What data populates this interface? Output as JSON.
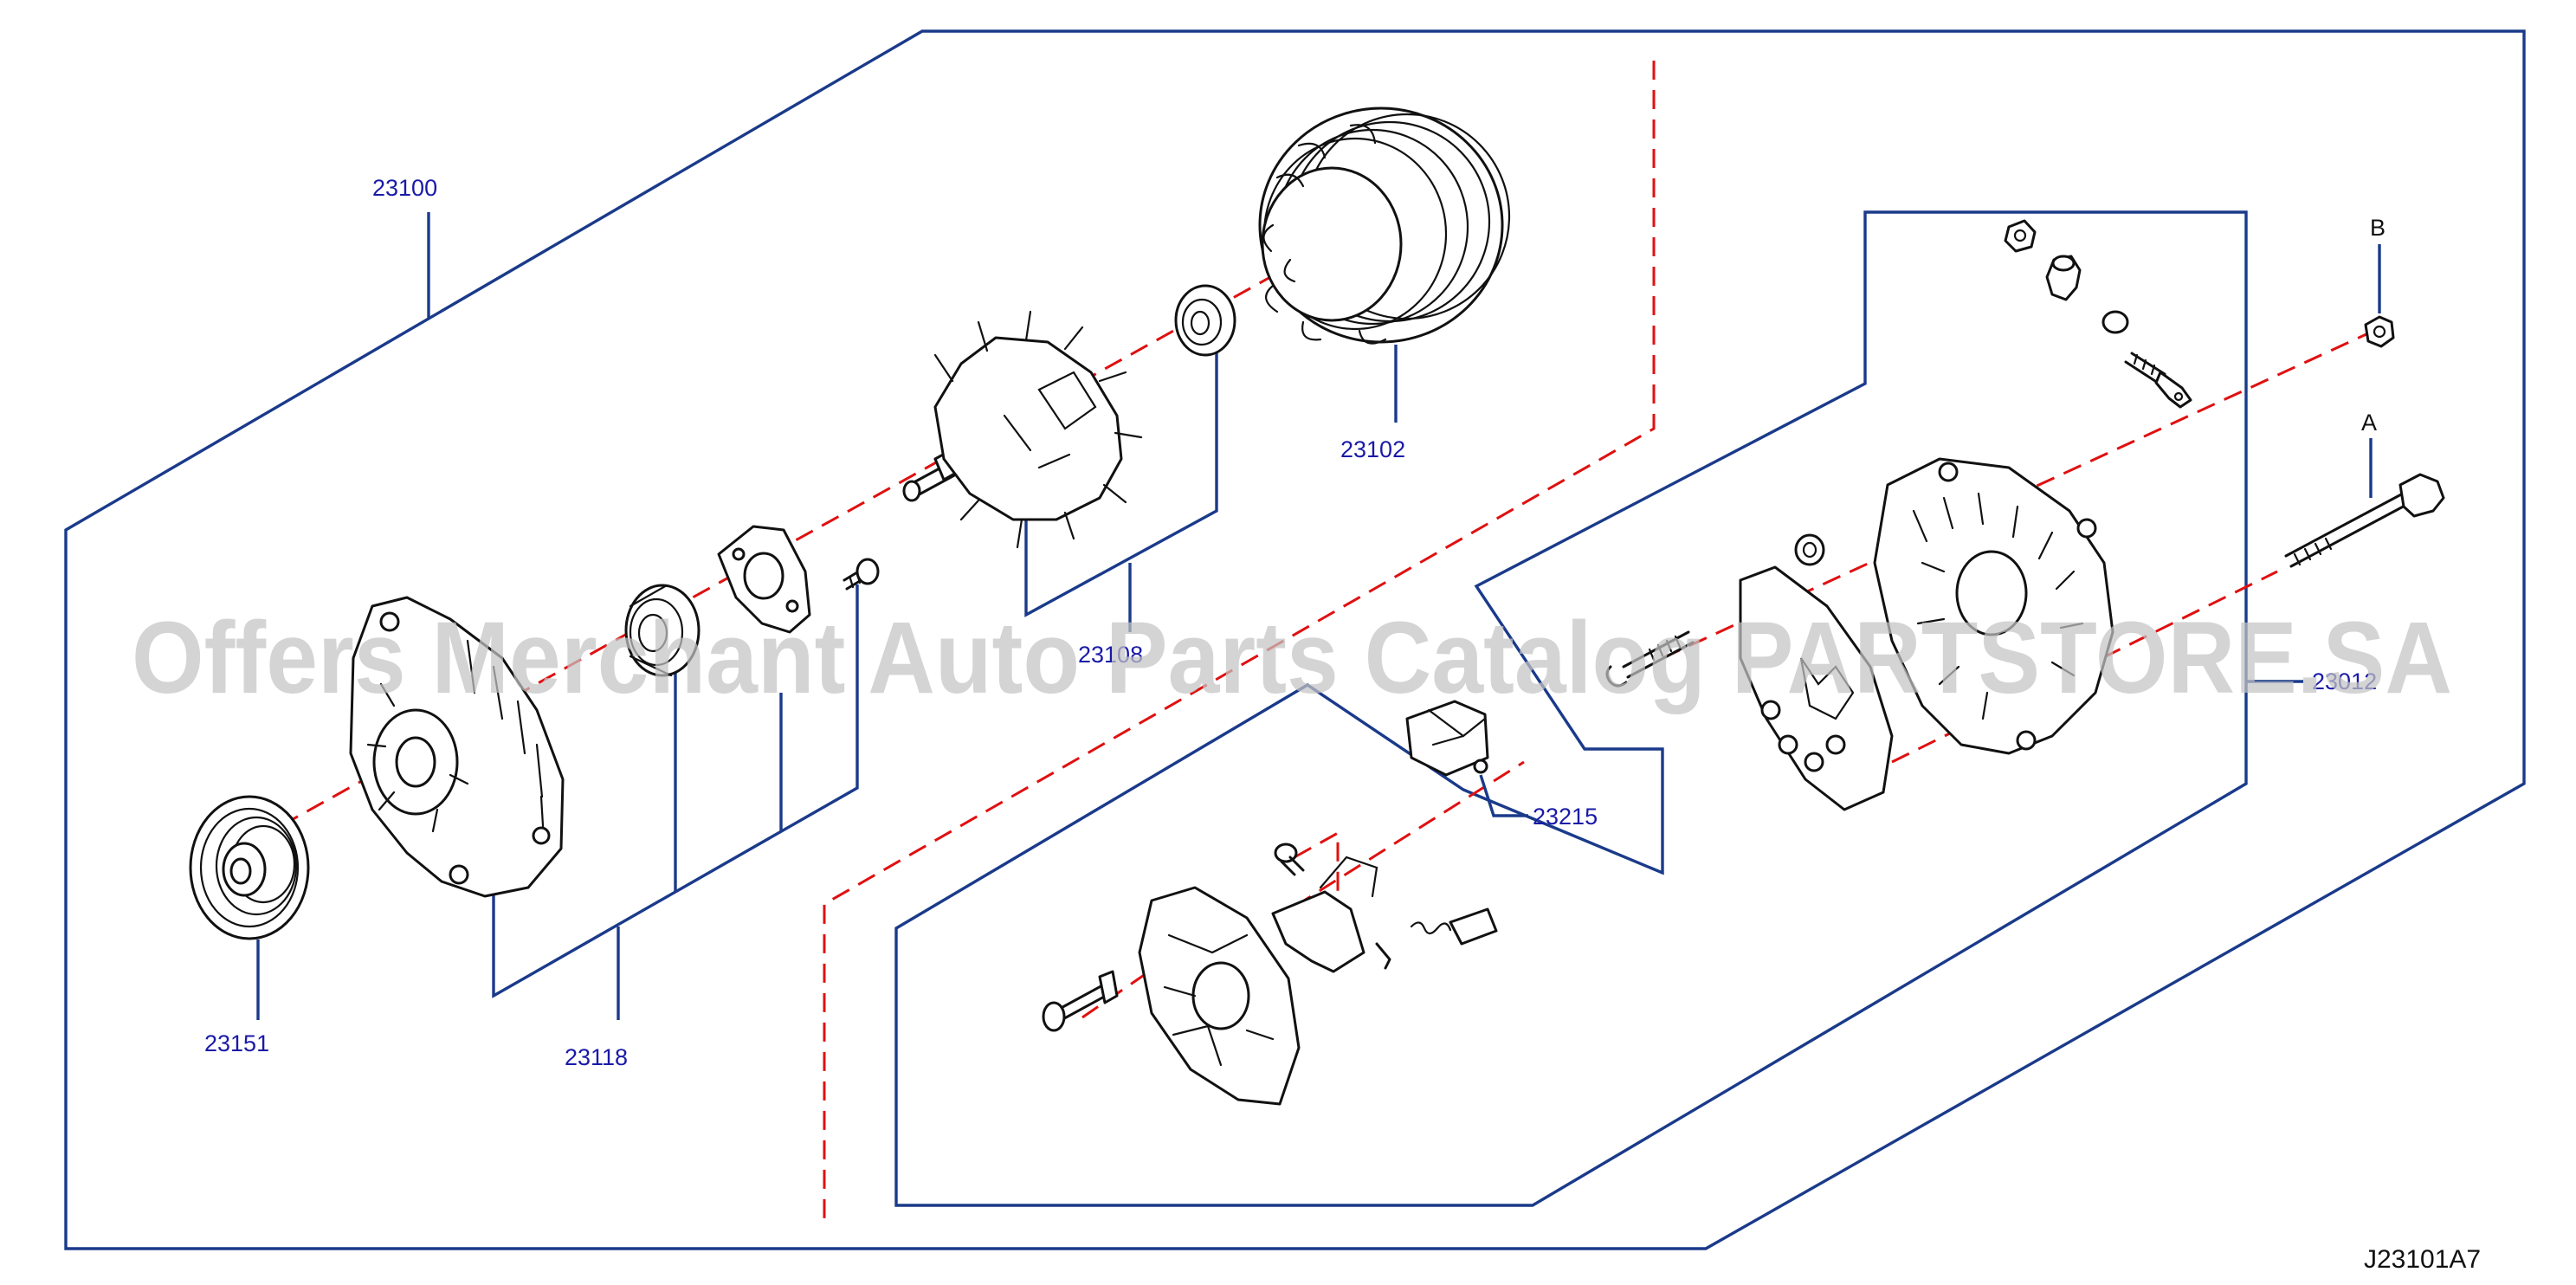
{
  "diagram": {
    "part_labels": {
      "p23100": "23100",
      "p23102": "23102",
      "p23108": "23108",
      "p23151": "23151",
      "p23118": "23118",
      "p23215": "23215",
      "p23012": "23012"
    },
    "ref_letters": {
      "a": "A",
      "b": "B"
    },
    "figure_code": "J23101A7",
    "watermark": "Offers Merchant Auto Parts Catalog PARTSTORE.SA"
  },
  "colors": {
    "frame_lines": "#1a3a8a",
    "part_numbers": "#1a1aa8",
    "assembly_axes": "#e01010",
    "watermark": "#c4c4c4"
  }
}
